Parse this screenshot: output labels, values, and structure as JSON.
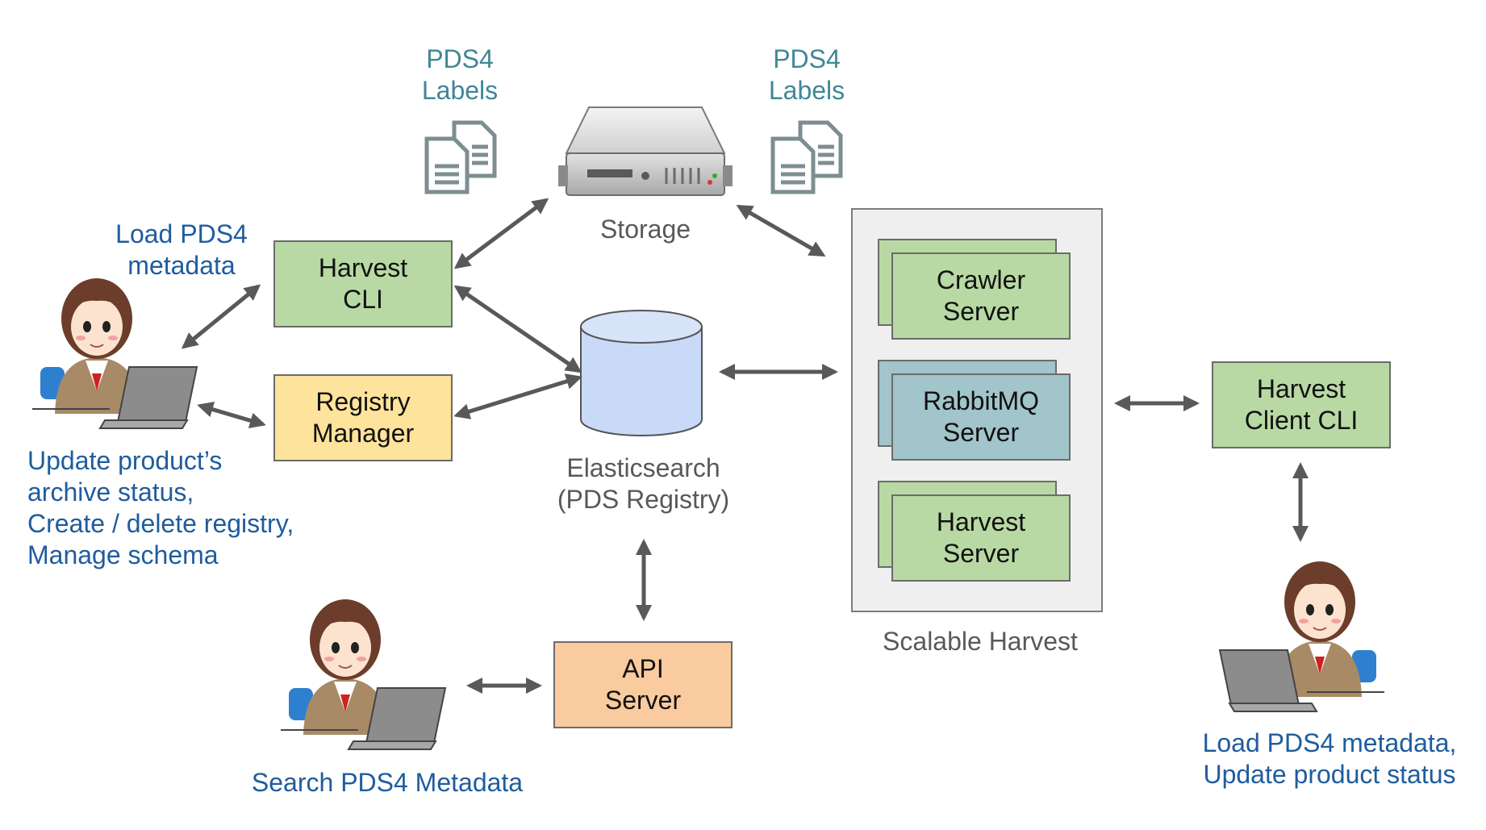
{
  "nodes": {
    "harvest_cli": "Harvest\nCLI",
    "registry_manager": "Registry\nManager",
    "api_server": "API\nServer",
    "crawler_server": "Crawler\nServer",
    "rabbitmq_server": "RabbitMQ\nServer",
    "harvest_server": "Harvest\nServer",
    "harvest_client_cli": "Harvest\nClient CLI"
  },
  "labels": {
    "pds4_labels_left": "PDS4\nLabels",
    "pds4_labels_right": "PDS4\nLabels",
    "storage": "Storage",
    "elasticsearch": "Elasticsearch\n(PDS Registry)",
    "scalable_harvest": "Scalable Harvest",
    "load_metadata": "Load PDS4\nmetadata",
    "update_status": "Update product’s\narchive status,\nCreate / delete registry,\nManage schema",
    "search_metadata": "Search PDS4 Metadata",
    "load_update": "Load PDS4 metadata,\nUpdate product status"
  },
  "colors": {
    "green": "#b8d9a4",
    "yellow": "#fde39b",
    "orange": "#f9cb9f",
    "teal": "#a2c4cb",
    "cylinder": "#c9daf8",
    "user_text": "#1f5c9d",
    "label_teal": "#3f8796",
    "arrow": "#595959"
  },
  "icons": [
    "server-icon",
    "document-icon",
    "database-icon",
    "user-laptop-icon"
  ]
}
